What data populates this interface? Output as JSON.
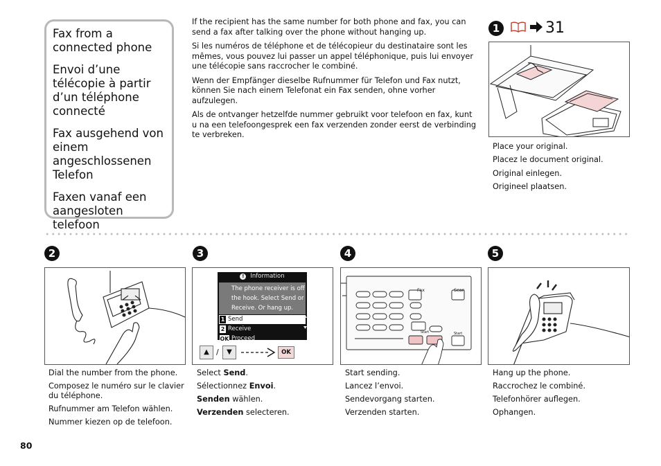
{
  "title_box": {
    "lines": [
      "Fax from a connected phone",
      "Envoi d’une télécopie à partir d’un téléphone connecté",
      "Fax ausgehend von einem angeschlossenen Telefon",
      "Faxen vanaf een aangesloten telefoon"
    ]
  },
  "intro": {
    "paragraphs": [
      "If the recipient has the same number for both phone and fax, you can send a fax after talking over the phone without hanging up.",
      "Si les numéros de téléphone et de télécopieur du destinataire sont les mêmes, vous pouvez lui passer un appel téléphonique, puis lui envoyer une télécopie sans raccrocher le combiné.",
      "Wenn der Empfänger dieselbe Rufnummer für Telefon und Fax nutzt, können Sie nach einem Telefonat ein Fax senden, ohne vorher aufzulegen.",
      "Als de ontvanger hetzelfde nummer gebruikt voor telefoon en fax, kunt u na een telefoongesprek een fax verzenden zonder eerst de verbinding te verbreken."
    ]
  },
  "step1": {
    "number": "1",
    "ref_page": "31",
    "icons": [
      "book-icon",
      "arrow-right-icon"
    ],
    "captions": [
      "Place your original.",
      "Placez le document original.",
      "Original einlegen.",
      "Origineel plaatsen."
    ]
  },
  "step2": {
    "number": "2",
    "captions": [
      "Dial the number from the phone.",
      "Composez le numéro sur le clavier du téléphone.",
      "Rufnummer am Telefon wählen.",
      "Nummer kiezen op de telefoon."
    ]
  },
  "step3": {
    "number": "3",
    "lcd": {
      "header": "Information",
      "message": [
        "The phone receiver is off",
        "the hook. Select Send or",
        "Receive. Or hang up."
      ],
      "options": [
        {
          "key": "1",
          "label": "Send"
        },
        {
          "key": "2",
          "label": "Receive"
        },
        {
          "key": "OK",
          "label": "Proceed"
        }
      ]
    },
    "keys": {
      "up": "▲",
      "separator": "/",
      "down": "▼",
      "ok": "OK"
    },
    "captions": [
      {
        "pre": "Select ",
        "bold": "Send",
        "post": "."
      },
      {
        "pre": "Sélectionnez ",
        "bold": "Envoi",
        "post": "."
      },
      {
        "pre": "",
        "bold": "Senden",
        "post": " wählen."
      },
      {
        "pre": "",
        "bold": "Verzenden",
        "post": " selecteren."
      }
    ]
  },
  "step4": {
    "number": "4",
    "panel": {
      "fax": "Fax",
      "scan": "Scan",
      "start_small": "Start",
      "start": "Start"
    },
    "captions": [
      "Start sending.",
      "Lancez l’envoi.",
      "Sendevorgang starten.",
      "Verzenden starten."
    ]
  },
  "step5": {
    "number": "5",
    "captions": [
      "Hang up the phone.",
      "Raccrochez le combiné.",
      "Telefonhörer auflegen.",
      "Ophangen."
    ]
  },
  "page_number": "80"
}
